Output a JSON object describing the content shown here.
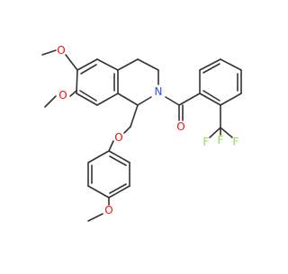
{
  "molecule": {
    "atom_labels": {
      "o_upper_methoxy": "O",
      "o_lower_methoxy": "O",
      "n_ring": "N",
      "o_carbonyl": "O",
      "o_ether": "O",
      "o_para_methoxy": "O",
      "f_top": "F",
      "f_left": "F",
      "f_right": "F"
    },
    "colors": {
      "bond": "#333333",
      "oxygen": "#ff0d0d",
      "nitrogen": "#3050f8",
      "fluorine": "#90e050"
    }
  }
}
